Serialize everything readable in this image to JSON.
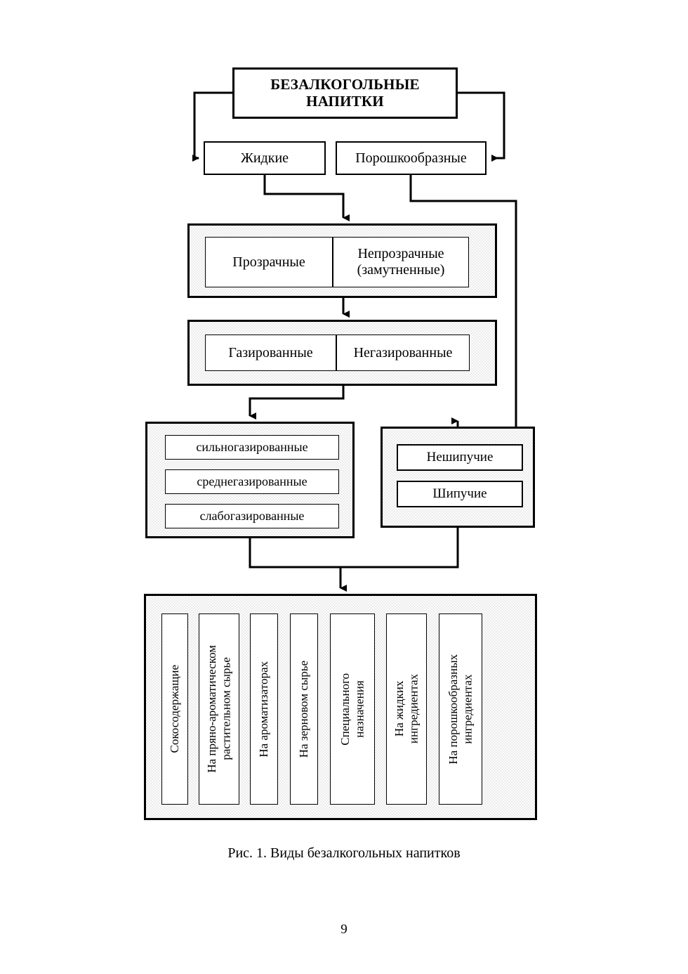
{
  "figure": {
    "caption": "Рис. 1. Виды безалкогольных напитков",
    "page_number": "9"
  },
  "colors": {
    "line": "#000000",
    "group_fill": "#ececec",
    "box_fill": "#ffffff",
    "text": "#000000"
  },
  "diagram": {
    "title": "БЕЗАЛКОГОЛЬНЫЕ\nНАПИТКИ",
    "title_line1": "БЕЗАЛКОГОЛЬНЫЕ",
    "title_line2": "НАПИТКИ",
    "level2": {
      "liquid": "Жидкие",
      "powder": "Порошкообразные"
    },
    "transparency": {
      "transparent": "Прозрачные",
      "opaque_line1": "Непрозрачные",
      "opaque_line2": "(замутненные)"
    },
    "carbonation": {
      "carbonated": "Газированные",
      "non_carbonated": "Негазированные"
    },
    "degrees": {
      "strong": "сильногазированные",
      "medium": "среднегазированные",
      "weak": "слабогазированные"
    },
    "fizz": {
      "non_fizzy": "Нешипучие",
      "fizzy": "Шипучие"
    },
    "kinds": [
      "Сокосодержащие",
      "На пряно-ароматическом\nрастительном сырье",
      "На ароматизаторах",
      "На зерновом сырье",
      "Специального\nназначения",
      "На жидких\nингредиентах",
      "На  порошкообразных\nингредиентах"
    ]
  }
}
